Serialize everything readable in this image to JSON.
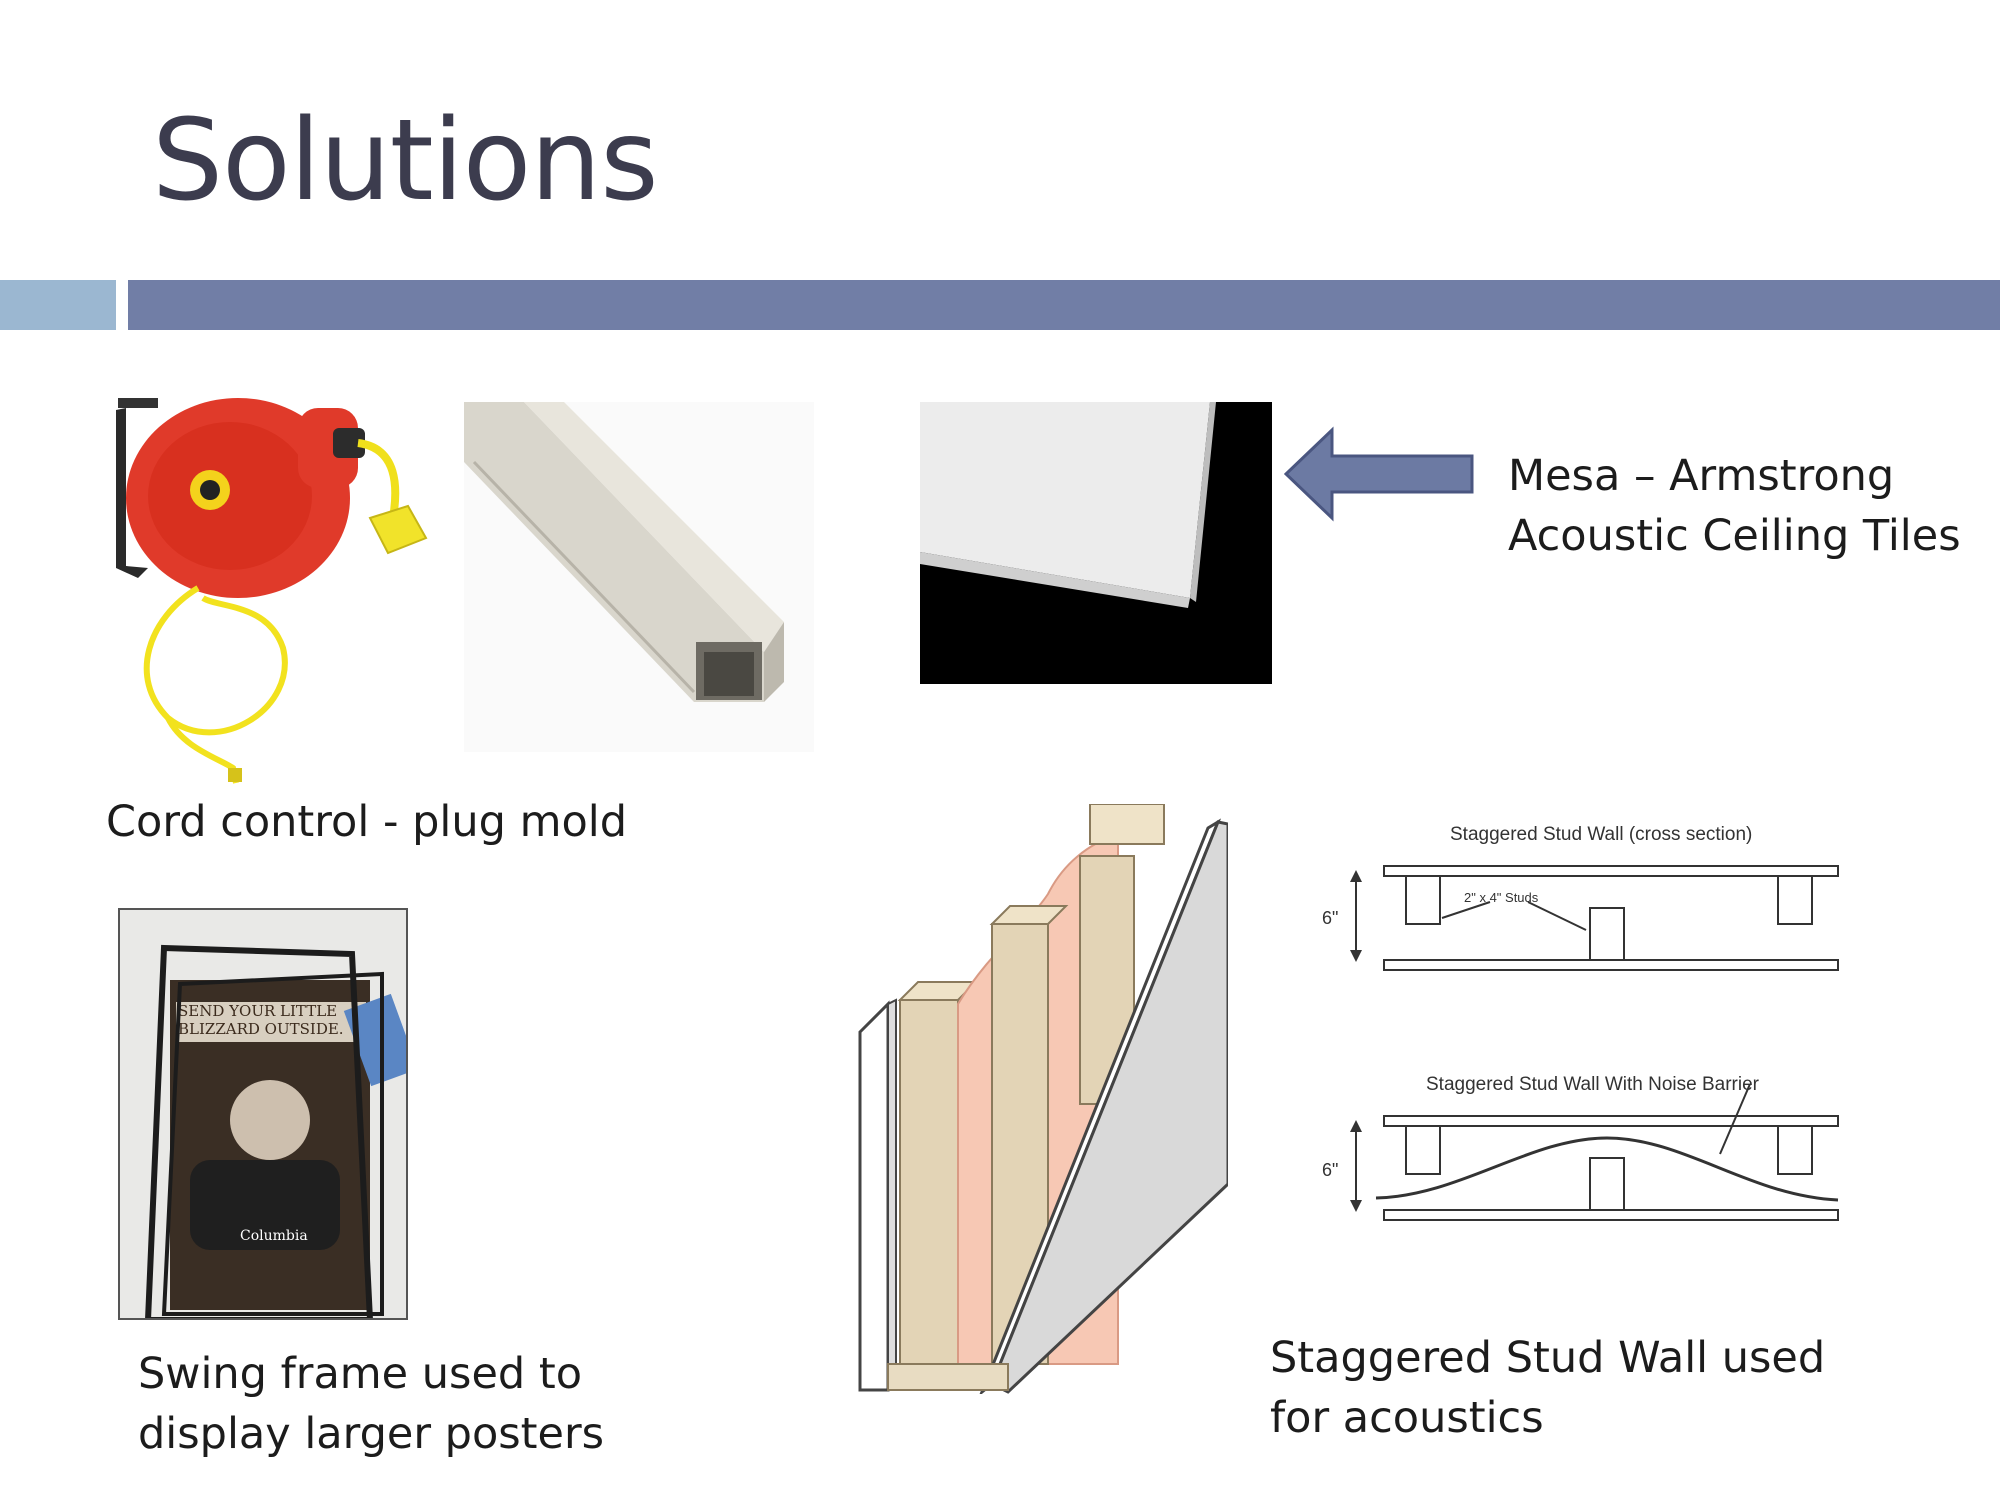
{
  "slide": {
    "title": "Solutions"
  },
  "captions": {
    "cord_control": "Cord control - plug mold",
    "ceiling_line1": "Mesa – Armstrong",
    "ceiling_line2": "Acoustic Ceiling Tiles",
    "swing_line1": "Swing frame used to",
    "swing_line2": "display larger posters",
    "stud_line1": "Staggered Stud Wall used",
    "stud_line2": "for acoustics"
  },
  "poster": {
    "line1": "SEND YOUR LITTLE",
    "line2": "BLIZZARD OUTSIDE.",
    "brand": "Columbia"
  },
  "diagram": {
    "top_title": "Staggered Stud Wall (cross section)",
    "studs_label": "2\" x 4\" Studs",
    "dim_top": "6\"",
    "bottom_title": "Staggered Stud Wall With Noise Barrier",
    "dim_bottom": "6\""
  },
  "colors": {
    "title": "#3c3c4e",
    "accent_bar": "#717ea6",
    "accent_small": "#9bb7d1",
    "arrow": "#6c7aa3"
  }
}
